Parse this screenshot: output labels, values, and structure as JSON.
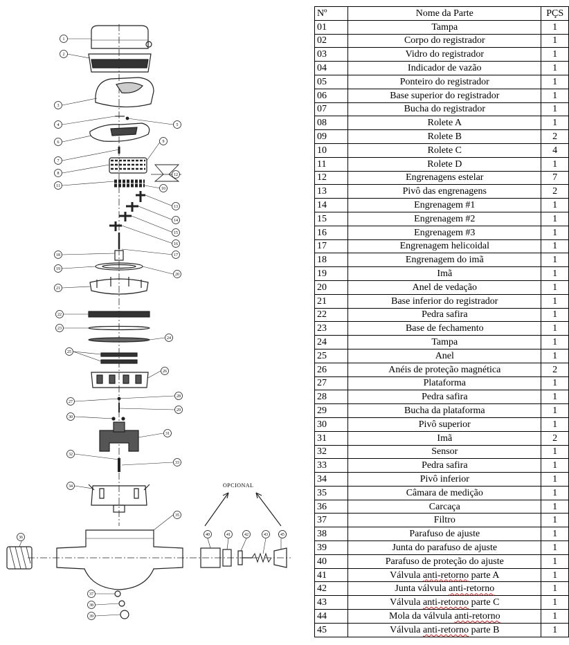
{
  "diagram": {
    "optional_label": "OPCIONAL",
    "callouts": [
      "1",
      "2",
      "3",
      "4",
      "5",
      "6",
      "7",
      "8",
      "9",
      "10",
      "11",
      "12",
      "13",
      "14",
      "15",
      "16",
      "17",
      "18",
      "19",
      "20",
      "21",
      "22",
      "23",
      "24",
      "25",
      "26",
      "27",
      "28",
      "29",
      "30",
      "31",
      "32",
      "33",
      "34",
      "35",
      "36",
      "37",
      "38",
      "39",
      "40",
      "41",
      "42",
      "43",
      "44",
      "45"
    ]
  },
  "table": {
    "headers": {
      "number": "Nº",
      "name": "Nome da Parte",
      "qty": "PÇS"
    },
    "rows": [
      {
        "number": "01",
        "name": "Tampa",
        "qty": "1"
      },
      {
        "number": "02",
        "name": "Corpo do registrador",
        "qty": "1"
      },
      {
        "number": "03",
        "name": "Vidro do registrador",
        "qty": "1"
      },
      {
        "number": "04",
        "name": "Indicador de vazão",
        "qty": "1"
      },
      {
        "number": "05",
        "name": "Ponteiro do registrador",
        "qty": "1"
      },
      {
        "number": "06",
        "name": "Base superior do registrador",
        "qty": "1"
      },
      {
        "number": "07",
        "name": "Bucha do registrador",
        "qty": "1"
      },
      {
        "number": "08",
        "name": "Rolete A",
        "qty": "1"
      },
      {
        "number": "09",
        "name": "Rolete B",
        "qty": "2"
      },
      {
        "number": "10",
        "name": "Rolete C",
        "qty": "4"
      },
      {
        "number": "11",
        "name": "Rolete D",
        "qty": "1"
      },
      {
        "number": "12",
        "name": "Engrenagens estelar",
        "qty": "7"
      },
      {
        "number": "13",
        "name": "Pivô das engrenagens",
        "qty": "2"
      },
      {
        "number": "14",
        "name": "Engrenagem #1",
        "qty": "1"
      },
      {
        "number": "15",
        "name": "Engrenagem #2",
        "qty": "1"
      },
      {
        "number": "16",
        "name": "Engrenagem #3",
        "qty": "1"
      },
      {
        "number": "17",
        "name": "Engrenagem helicoidal",
        "qty": "1"
      },
      {
        "number": "18",
        "name": "Engrenagem do imã",
        "qty": "1"
      },
      {
        "number": "19",
        "name": "Imã",
        "qty": "1"
      },
      {
        "number": "20",
        "name": "Anel de vedação",
        "qty": "1"
      },
      {
        "number": "21",
        "name": "Base inferior do registrador",
        "qty": "1"
      },
      {
        "number": "22",
        "name": "Pedra safira",
        "qty": "1"
      },
      {
        "number": "23",
        "name": "Base de fechamento",
        "qty": "1"
      },
      {
        "number": "24",
        "name": "Tampa",
        "qty": "1"
      },
      {
        "number": "25",
        "name": "Anel",
        "qty": "1"
      },
      {
        "number": "26",
        "name": "Anéis de proteção magnética",
        "qty": "2"
      },
      {
        "number": "27",
        "name": "Plataforma",
        "qty": "1"
      },
      {
        "number": "28",
        "name": "Pedra safira",
        "qty": "1"
      },
      {
        "number": "29",
        "name": "Bucha da plataforma",
        "qty": "1"
      },
      {
        "number": "30",
        "name": "Pivô superior",
        "qty": "1"
      },
      {
        "number": "31",
        "name": "Imã",
        "qty": "2"
      },
      {
        "number": "32",
        "name": "Sensor",
        "qty": "1"
      },
      {
        "number": "33",
        "name": "Pedra safira",
        "qty": "1"
      },
      {
        "number": "34",
        "name": "Pivô inferior",
        "qty": "1"
      },
      {
        "number": "35",
        "name": "Câmara de medição",
        "qty": "1"
      },
      {
        "number": "36",
        "name": "Carcaça",
        "qty": "1"
      },
      {
        "number": "37",
        "name": "Filtro",
        "qty": "1"
      },
      {
        "number": "38",
        "name": "Parafuso de ajuste",
        "qty": "1"
      },
      {
        "number": "39",
        "name": "Junta do parafuso de ajuste",
        "qty": "1"
      },
      {
        "number": "40",
        "name": "Parafuso de proteção do ajuste",
        "qty": "1"
      },
      {
        "number": "41",
        "name": "Válvula anti-retorno parte A",
        "qty": "1"
      },
      {
        "number": "42",
        "name": "Junta válvula anti-retorno",
        "qty": "1"
      },
      {
        "number": "43",
        "name": "Válvula anti-retorno parte C",
        "qty": "1"
      },
      {
        "number": "44",
        "name": "Mola da válvula anti-retorno",
        "qty": "1"
      },
      {
        "number": "45",
        "name": "Válvula anti-retorno parte B",
        "qty": "1"
      }
    ]
  }
}
